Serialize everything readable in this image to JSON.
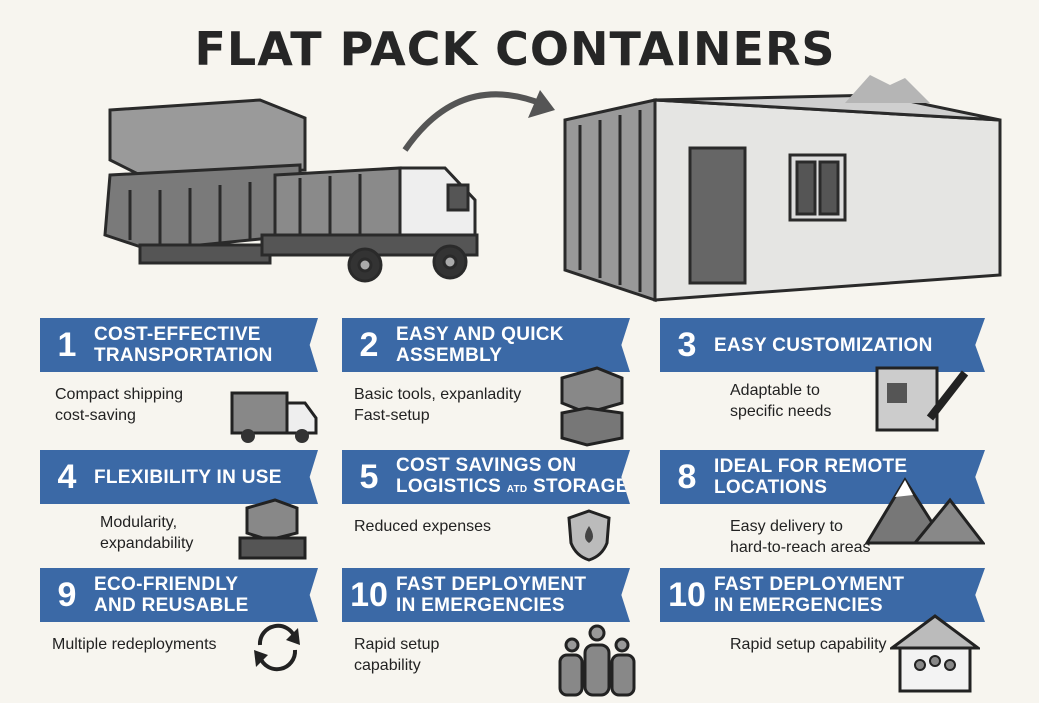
{
  "title": "FLAT PACK CONTAINERS",
  "colors": {
    "accent": "#3b69a6",
    "background": "#f7f5ef"
  },
  "cards": [
    {
      "num": "1",
      "head1": "COST-EFFECTIVE",
      "head2": "TRANSPORTATION",
      "desc1": "Compact shipping",
      "desc2": "cost-saving",
      "icon": "truck-icon"
    },
    {
      "num": "2",
      "head1": "EASY AND QUICK",
      "head2": "ASSEMBLY",
      "desc1": "Basic tools, expanladity",
      "desc2": "Fast-setup",
      "icon": "stacked-boxes-icon"
    },
    {
      "num": "3",
      "head1": "EASY CUSTOMIZATION",
      "head2": "",
      "desc1": "Adaptable to",
      "desc2": "specific needs",
      "icon": "container-pencil-icon"
    },
    {
      "num": "4",
      "head1": "FLEXIBILITY IN USE",
      "head2": "",
      "desc1": "Modularity,",
      "desc2": "expandability",
      "icon": "modules-icon"
    },
    {
      "num": "5",
      "head1": "COST SAVINGS ON",
      "head2a": "LOGISTICS",
      "head2s": "ATD",
      "head2b": "STORAGE",
      "desc1": "Reduced expenses",
      "desc2": "",
      "icon": "shield-drop-icon"
    },
    {
      "num": "8",
      "head1": "IDEAL FOR REMOTE",
      "head2": "LOCATIONS",
      "desc1": "Easy delivery to",
      "desc2": "hard-to-reach areas",
      "icon": "mountains-icon"
    },
    {
      "num": "9",
      "head1": "ECO-FRIENDLY",
      "head2": "AND REUSABLE",
      "desc1": "Multiple redeployments",
      "desc2": "",
      "icon": "recycle-arrows-icon"
    },
    {
      "num": "10",
      "head1": "FAST DEPLOYMENT",
      "head2": "IN EMERGENCIES",
      "desc1": "Rapid setup",
      "desc2": "capability",
      "icon": "people-icon"
    },
    {
      "num": "10",
      "head1": "FAST DEPLOYMENT",
      "head2": "IN EMERGENCIES",
      "desc1": "Rapid setup capability",
      "desc2": "",
      "icon": "shelter-people-icon"
    }
  ]
}
